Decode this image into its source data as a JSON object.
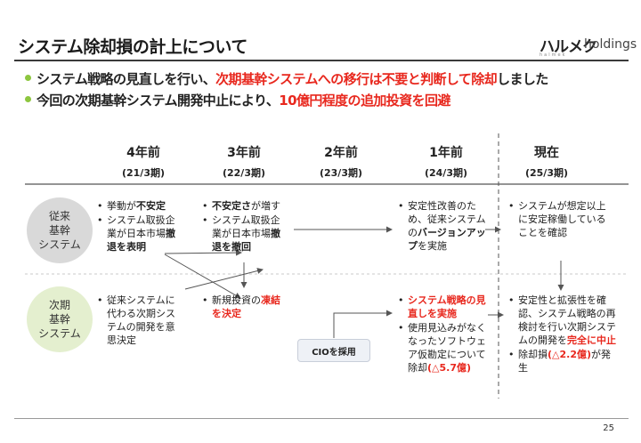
{
  "header": {
    "title": "システム除却損の計上について",
    "logo_main": "ハルメク",
    "logo_sub": "holdings",
    "logo_tag": "halmek"
  },
  "bullets": [
    {
      "segments": [
        {
          "text": "システム戦略の見直しを行い、",
          "red": false
        },
        {
          "text": "次期基幹システムへの移行は不要と判断して除却",
          "red": true
        },
        {
          "text": "しました",
          "red": false
        }
      ]
    },
    {
      "segments": [
        {
          "text": "今回の次期基幹システム開発中止により、",
          "red": false
        },
        {
          "text": "10億円程度の追加投資を回避",
          "red": true
        }
      ]
    }
  ],
  "columns": [
    {
      "year": "4年前",
      "period": "(21/3期)"
    },
    {
      "year": "3年前",
      "period": "(22/3期)"
    },
    {
      "year": "2年前",
      "period": "(23/3期)"
    },
    {
      "year": "1年前",
      "period": "(24/3期)"
    },
    {
      "year": "現在",
      "period": "(25/3期)"
    }
  ],
  "rows": [
    {
      "label": "従来\n基幹\nシステム",
      "color": "#d9d9d9"
    },
    {
      "label": "次期\n基幹\nシステム",
      "color": "#e4efcf"
    }
  ],
  "cells": {
    "legacy_4y": [
      [
        {
          "t": "挙動が",
          "s": ""
        },
        {
          "t": "不安定",
          "s": "b"
        }
      ],
      [
        {
          "t": "システム取扱企業が日本市場",
          "s": ""
        },
        {
          "t": "撤退を表明",
          "s": "b"
        }
      ]
    ],
    "legacy_3y": [
      [
        {
          "t": "不安定さ",
          "s": "b"
        },
        {
          "t": "が増す",
          "s": ""
        }
      ],
      [
        {
          "t": "システム取扱企業が日本市場",
          "s": ""
        },
        {
          "t": "撤退を撤回",
          "s": "b"
        }
      ]
    ],
    "legacy_1y": [
      [
        {
          "t": "安定性改善のため、従来システムの",
          "s": ""
        },
        {
          "t": "バージョンアップ",
          "s": "b"
        },
        {
          "t": "を実施",
          "s": ""
        }
      ]
    ],
    "legacy_now": [
      [
        {
          "t": "システムが想定以上に安定稼働していることを確認",
          "s": ""
        }
      ]
    ],
    "next_4y": [
      [
        {
          "t": "従来システムに代わる次期システムの開発を意思決定",
          "s": ""
        }
      ]
    ],
    "next_3y": [
      [
        {
          "t": "新規投資の",
          "s": ""
        },
        {
          "t": "凍結を決定",
          "s": "rb"
        }
      ]
    ],
    "next_1y": [
      [
        {
          "t": "システム戦略の見直しを実施",
          "s": "rb"
        }
      ],
      [
        {
          "t": "使用見込みがなくなったソフトウェア仮勘定について除却",
          "s": ""
        },
        {
          "t": "(△5.7億)",
          "s": "rb"
        }
      ]
    ],
    "next_now": [
      [
        {
          "t": "安定性と拡張性を確認、システム戦略の再検討を行い次期システムの開発を",
          "s": ""
        },
        {
          "t": "完全に中止",
          "s": "rb"
        }
      ],
      [
        {
          "t": "除却損",
          "s": ""
        },
        {
          "t": "(△2.2億)",
          "s": "rb"
        },
        {
          "t": "が発生",
          "s": ""
        }
      ]
    ]
  },
  "cio_label": "CIOを採用",
  "page_number": "25",
  "colors": {
    "accent_red": "#e8281e",
    "bullet_green": "#8dc63f"
  }
}
